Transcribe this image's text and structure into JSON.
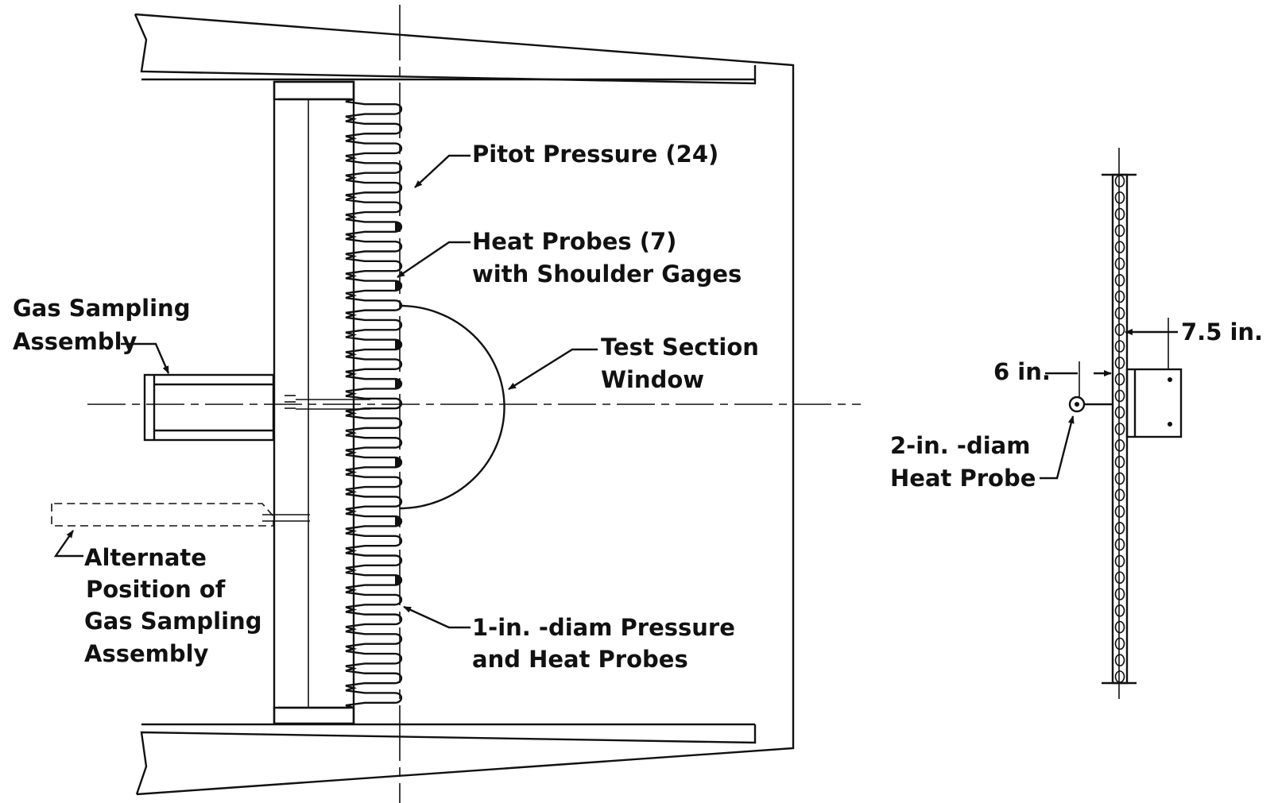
{
  "labels": {
    "pitot_pressure": "Pitot Pressure (24)",
    "heat_probes_line1": "Heat Probes (7)",
    "heat_probes_line2": "with Shoulder Gages",
    "gas_sampling_line1": "Gas Sampling",
    "gas_sampling_line2": "Assembly",
    "test_section_line1": "Test Section",
    "test_section_line2": "Window",
    "alternate_line1": "Alternate",
    "alternate_line2": "Position of",
    "alternate_line3": "Gas Sampling",
    "alternate_line4": "Assembly",
    "probes_line1": "1-in. -diam Pressure",
    "probes_line2": "and Heat Probes",
    "dim_7_5": "7.5 in.",
    "dim_6": "6 in.",
    "heat_probe_2in_line1": "2-in. -diam",
    "heat_probe_2in_line2": "Heat Probe"
  },
  "rake": {
    "pitot_pressure_count": 24,
    "heat_probe_count": 7
  },
  "colors": {
    "ink": "#111111",
    "background": "#ffffff"
  }
}
